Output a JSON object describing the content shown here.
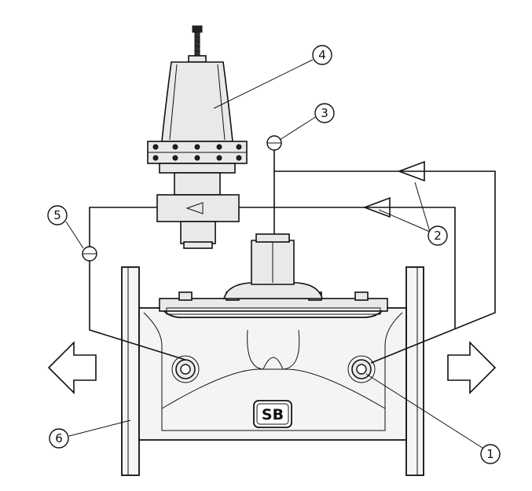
{
  "callouts": [
    {
      "id": "1",
      "label": "1"
    },
    {
      "id": "2",
      "label": "2"
    },
    {
      "id": "3",
      "label": "3"
    },
    {
      "id": "4",
      "label": "4"
    },
    {
      "id": "5",
      "label": "5"
    },
    {
      "id": "6",
      "label": "6"
    }
  ],
  "logo": {
    "text": "SB"
  }
}
